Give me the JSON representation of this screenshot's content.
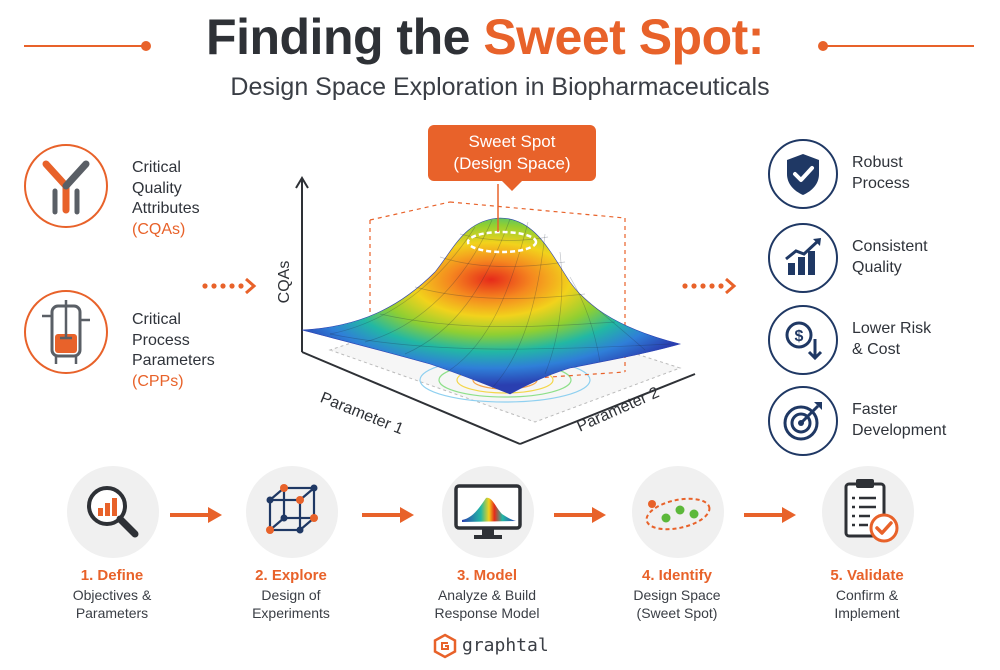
{
  "header": {
    "title_main": "Finding the ",
    "title_accent": "Sweet Spot:",
    "subtitle": "Design Space Exploration in Biopharmaceuticals"
  },
  "inputs": [
    {
      "line1": "Critical",
      "line2": "Quality",
      "line3": "Attributes",
      "abbr": "(CQAs)",
      "icon": "antibody-icon"
    },
    {
      "line1": "Critical",
      "line2": "Process",
      "line3": "Parameters",
      "abbr": "(CPPs)",
      "icon": "bioreactor-icon"
    }
  ],
  "plot": {
    "callout_line1": "Sweet Spot",
    "callout_line2": "(Design Space)",
    "y_axis": "CQAs",
    "x_axis": "Parameter 1",
    "z_axis": "Parameter 2"
  },
  "outcomes": [
    {
      "line1": "Robust",
      "line2": "Process",
      "icon": "shield-check-icon"
    },
    {
      "line1": "Consistent",
      "line2": "Quality",
      "icon": "bar-chart-up-icon"
    },
    {
      "line1": "Lower Risk",
      "line2": "& Cost",
      "icon": "dollar-down-icon"
    },
    {
      "line1": "Faster",
      "line2": "Development",
      "icon": "target-arrow-icon"
    }
  ],
  "steps": [
    {
      "title": "1. Define",
      "desc1": "Objectives &",
      "desc2": "Parameters",
      "icon": "magnifier-chart-icon"
    },
    {
      "title": "2. Explore",
      "desc1": "Design of",
      "desc2": "Experiments",
      "icon": "cube-network-icon"
    },
    {
      "title": "3. Model",
      "desc1": "Analyze & Build",
      "desc2": "Response Model",
      "icon": "monitor-surface-icon"
    },
    {
      "title": "4. Identify",
      "desc1": "Design Space",
      "desc2": "(Sweet Spot)",
      "icon": "cluster-points-icon"
    },
    {
      "title": "5. Validate",
      "desc1": "Confirm &",
      "desc2": "Implement",
      "icon": "clipboard-check-icon"
    }
  ],
  "brand": {
    "name": "graphtal"
  },
  "colors": {
    "accent": "#e8622a",
    "navy": "#1f3864",
    "text": "#2e3136",
    "step_bg": "#f0f0f0"
  }
}
